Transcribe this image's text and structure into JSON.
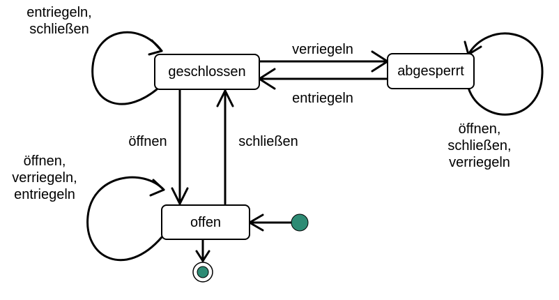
{
  "colors": {
    "pseudostate": "#2e8b74",
    "line": "#000000",
    "background": "#ffffff"
  },
  "states": {
    "geschlossen": "geschlossen",
    "abgesperrt": "abgesperrt",
    "offen": "offen"
  },
  "transitions": {
    "verriegeln": "verriegeln",
    "entriegeln": "entriegeln",
    "oeffnen": "öffnen",
    "schliessen": "schließen"
  },
  "self_loops": {
    "geschlossen": [
      "entriegeln,",
      "schließen"
    ],
    "abgesperrt": [
      "öffnen,",
      "schließen,",
      "verriegeln"
    ],
    "offen": [
      "öffnen,",
      "verriegeln,",
      "entriegeln"
    ]
  }
}
